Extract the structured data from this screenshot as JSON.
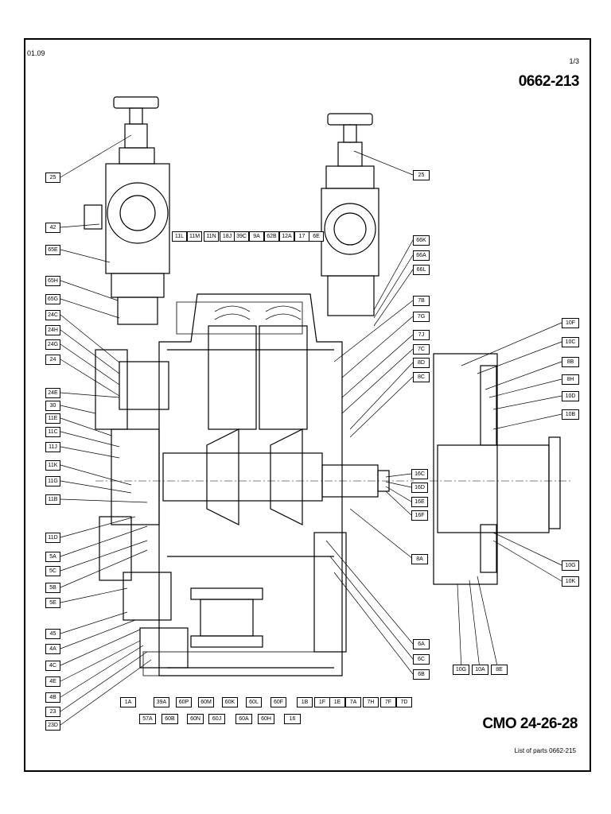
{
  "header": {
    "date": "01.09",
    "page": "1/3",
    "drawing_number": "0662-213"
  },
  "footer": {
    "model": "CMO 24-26-28",
    "parts_reference": "List of parts 0662-215"
  },
  "callouts": {
    "left": [
      "25",
      "42",
      "65E",
      "65H",
      "65G",
      "24C",
      "24H",
      "24G",
      "24",
      "24E",
      "30",
      "11E",
      "11C",
      "11J",
      "11K",
      "11G",
      "11B",
      "11D",
      "5A",
      "5C",
      "5B",
      "5E",
      "45",
      "4A",
      "4C",
      "4E",
      "4B",
      "23",
      "23D"
    ],
    "top_row": [
      "11L",
      "11M",
      "11N",
      "18J",
      "39C",
      "9A",
      "62B",
      "12A",
      "17",
      "6E"
    ],
    "right_upper": [
      "25",
      "66K",
      "66A",
      "66L",
      "7B",
      "7G",
      "7J",
      "7C",
      "8D",
      "8C"
    ],
    "right_shaft": [
      "16C",
      "16D",
      "16E",
      "16F",
      "8A"
    ],
    "right_lower": [
      "6A",
      "6C",
      "6B"
    ],
    "bottom_row1": [
      "1A",
      "39A",
      "60P",
      "60M",
      "60K",
      "60L",
      "60F",
      "1B",
      "1F",
      "1E",
      "7A",
      "7H",
      "7F",
      "7D"
    ],
    "bottom_row2": [
      "57A",
      "60B",
      "60N",
      "60J",
      "60A",
      "60H",
      "16"
    ],
    "detail_right": [
      "10F",
      "10C",
      "8B",
      "8H",
      "10D",
      "10B",
      "10G",
      "10K"
    ],
    "detail_bottom": [
      "10G",
      "10A",
      "8E"
    ]
  },
  "colors": {
    "line": "#000000",
    "paper": "#ffffff"
  }
}
